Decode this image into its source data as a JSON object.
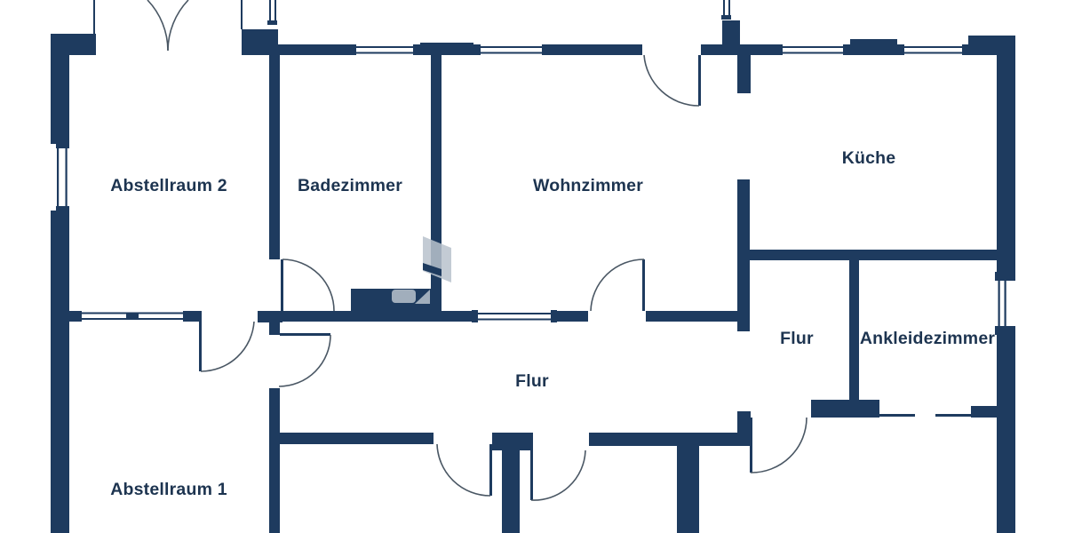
{
  "plan": {
    "type": "floorplan",
    "colors": {
      "wall": "#1e3b5f",
      "door_arc": "#4a5764",
      "label": "#1d3450",
      "watermark": "#b9c3cd",
      "background": "#ffffff"
    },
    "rooms": [
      {
        "id": "abstellraum-2",
        "label": "Abstellraum 2"
      },
      {
        "id": "badezimmer",
        "label": "Badezimmer"
      },
      {
        "id": "wohnzimmer",
        "label": "Wohnzimmer"
      },
      {
        "id": "kueche",
        "label": "Küche"
      },
      {
        "id": "flur-right",
        "label": "Flur"
      },
      {
        "id": "ankleidezimmer",
        "label": "Ankleidezimmer"
      },
      {
        "id": "flur",
        "label": "Flur"
      },
      {
        "id": "abstellraum-1",
        "label": "Abstellraum 1"
      }
    ]
  }
}
